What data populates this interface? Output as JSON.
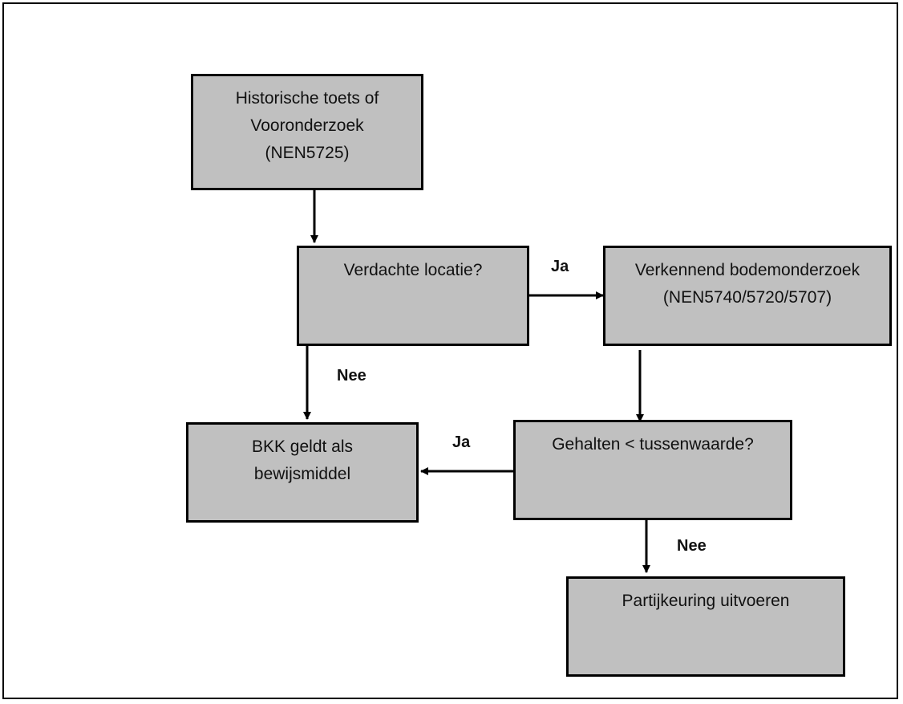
{
  "nodes": {
    "historisch": {
      "lines": [
        "Historische toets of",
        "Vooronderzoek",
        "(NEN5725)"
      ]
    },
    "verdacht": {
      "lines": [
        "Verdachte locatie?"
      ]
    },
    "verkennend": {
      "lines": [
        "Verkennend bodemonderzoek",
        "(NEN5740/5720/5707)"
      ]
    },
    "bkk": {
      "lines": [
        "BKK geldt als",
        "bewijsmiddel"
      ]
    },
    "gehalten": {
      "lines": [
        "Gehalten < tussenwaarde?"
      ]
    },
    "partijkeuring": {
      "lines": [
        "Partijkeuring uitvoeren"
      ]
    }
  },
  "edge_labels": {
    "verdacht_ja": "Ja",
    "verdacht_nee": "Nee",
    "gehalten_ja": "Ja",
    "gehalten_nee": "Nee"
  },
  "colors": {
    "box_fill": "#c0c0c0",
    "stroke": "#000000"
  }
}
